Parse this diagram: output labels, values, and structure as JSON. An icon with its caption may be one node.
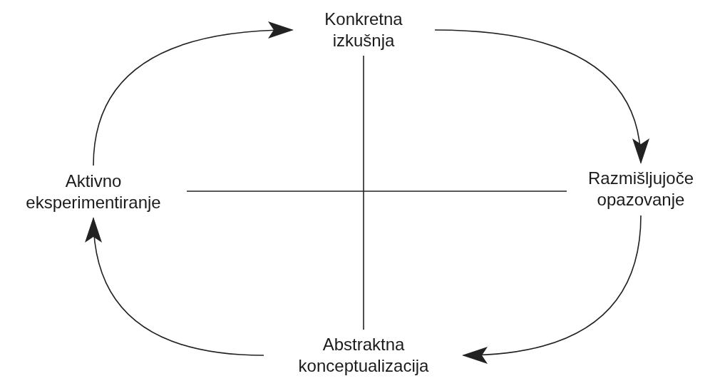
{
  "diagram": {
    "nodes": [
      {
        "text": [
          "Konkretna izkušnja"
        ]
      },
      {
        "text": [
          "Razmišljujoče opazovanje"
        ]
      },
      {
        "text": [
          "Abstraktna konceptualizacija"
        ]
      },
      {
        "text": [
          "Aktivno eksperimentiranje"
        ]
      }
    ],
    "edges": [
      {
        "from": 3,
        "to": 0,
        "arrow": "to"
      },
      {
        "from": 0,
        "to": 1,
        "arrow": "to"
      },
      {
        "from": 1,
        "to": 2,
        "arrow": "to"
      },
      {
        "from": 2,
        "to": 3,
        "arrow": "to"
      },
      {
        "from": 0,
        "to": 2,
        "arrow": "none"
      },
      {
        "from": 3,
        "to": 1,
        "arrow": "none"
      }
    ]
  }
}
